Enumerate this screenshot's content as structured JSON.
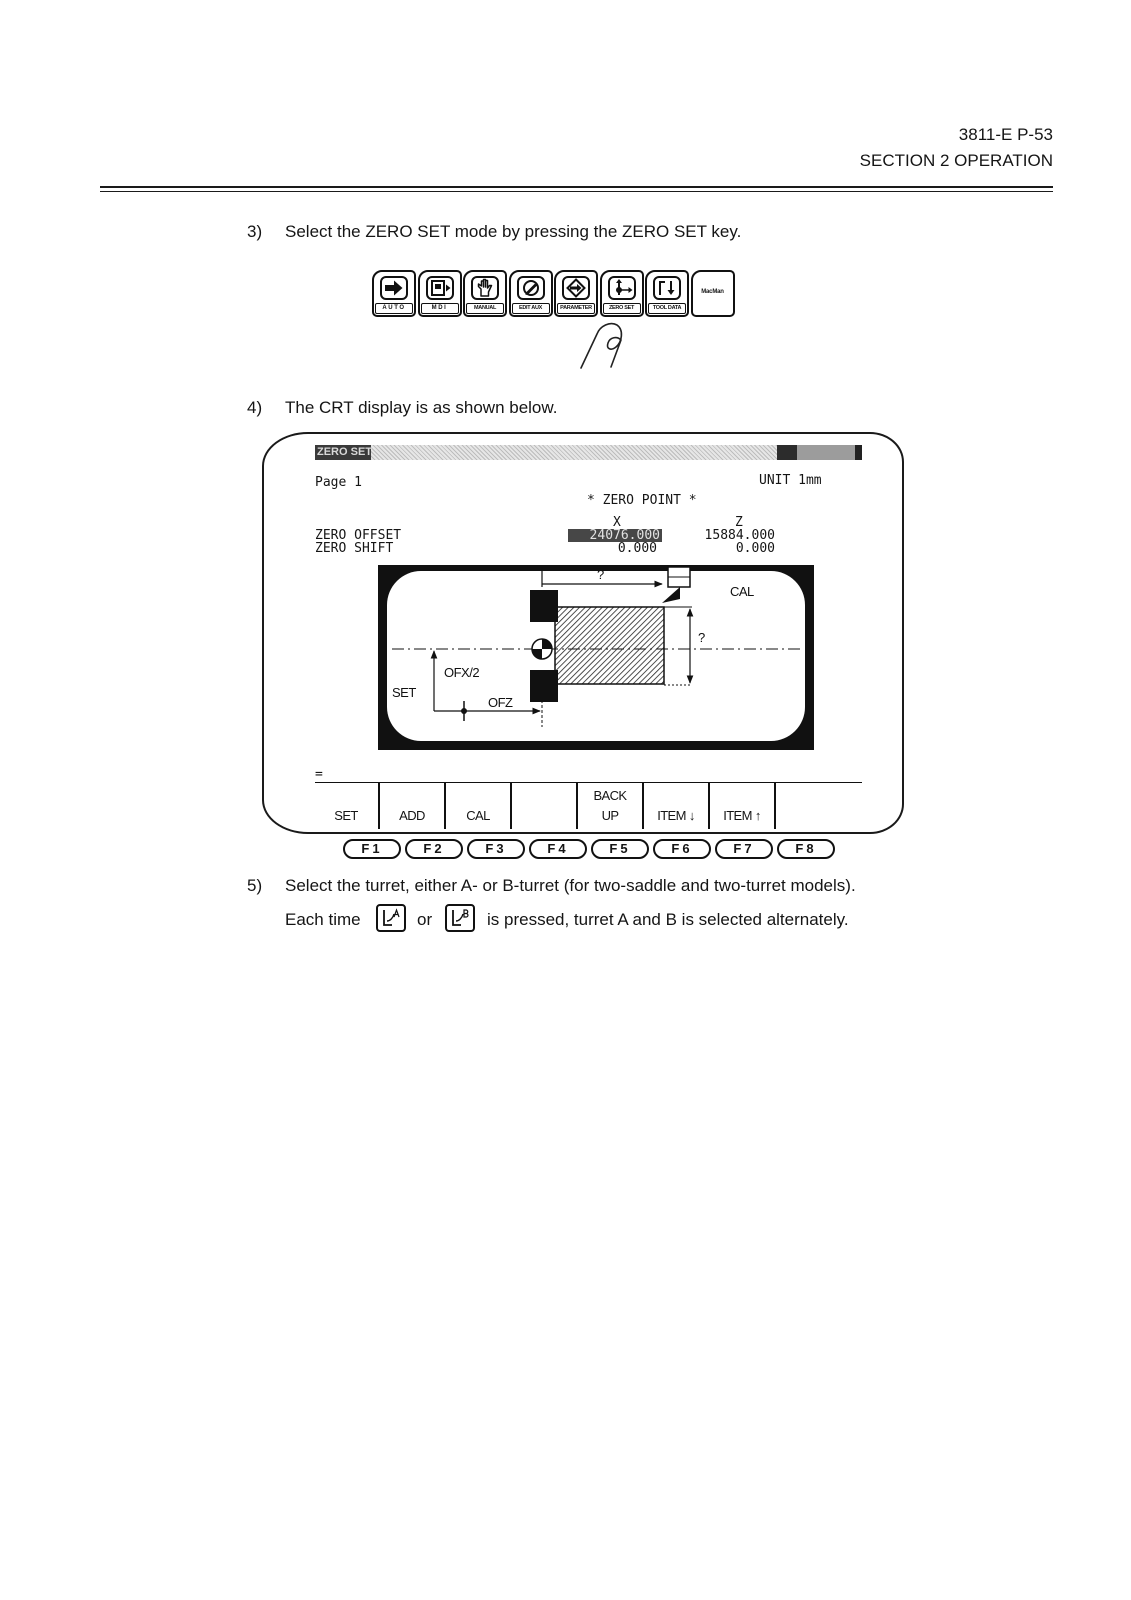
{
  "header": {
    "page_code": "3811-E P-53",
    "section": "SECTION 2 OPERATION"
  },
  "step3": {
    "number": "3)",
    "text": "Select the ZERO SET mode by pressing the ZERO SET key."
  },
  "mode_keys": [
    {
      "label": "AUTO",
      "icon": "auto-arrow-icon"
    },
    {
      "label": "MDI",
      "icon": "mdi-icon"
    },
    {
      "label": "MANUAL",
      "icon": "hand-icon"
    },
    {
      "label": "EDIT AUX",
      "icon": "edit-icon"
    },
    {
      "label": "PARAMETER",
      "icon": "parameter-icon"
    },
    {
      "label": "ZERO SET",
      "icon": "zero-set-icon"
    },
    {
      "label": "TOOL DATA",
      "icon": "tool-data-icon"
    },
    {
      "label": "MacMan"
    }
  ],
  "step4": {
    "number": "4)",
    "text": "The CRT display is as shown below."
  },
  "crt": {
    "title": "ZERO SET",
    "page": "Page 1",
    "heading": "* ZERO POINT *",
    "unit": "UNIT 1mm",
    "columns": [
      "X",
      "Z"
    ],
    "rows": [
      {
        "label": "ZERO OFFSET",
        "x": "24076.000",
        "z": "15884.000"
      },
      {
        "label": "ZERO SHIFT",
        "x": "0.000",
        "z": "0.000"
      }
    ],
    "diagram": {
      "cal": "CAL",
      "dim_top": "?",
      "dim_right": "?",
      "ofx": "OFX/2",
      "set": "SET",
      "ofz": "OFZ"
    },
    "command_line": "=",
    "softkeys": [
      {
        "lines": [
          "SET"
        ]
      },
      {
        "lines": [
          "ADD"
        ]
      },
      {
        "lines": [
          "CAL"
        ]
      },
      {
        "lines": []
      },
      {
        "lines": [
          "BACK",
          "UP"
        ]
      },
      {
        "lines": [
          "ITEM ↓"
        ]
      },
      {
        "lines": [
          "ITEM ↑"
        ]
      },
      {
        "lines": []
      }
    ]
  },
  "function_keys": [
    "F1",
    "F2",
    "F3",
    "F4",
    "F5",
    "F6",
    "F7",
    "F8"
  ],
  "step5": {
    "number": "5)",
    "line1": "Select the turret, either A- or B-turret (for two-saddle and two-turret models).",
    "line2_before": "Each time",
    "line2_or": "or",
    "line2_after": "is pressed, turret A and B is selected alternately.",
    "keys": [
      "turret-a-key-icon",
      "turret-b-key-icon"
    ]
  },
  "colors": {
    "ink": "#151515",
    "highlight": "#474747",
    "stipple": "#bdbdbd"
  }
}
